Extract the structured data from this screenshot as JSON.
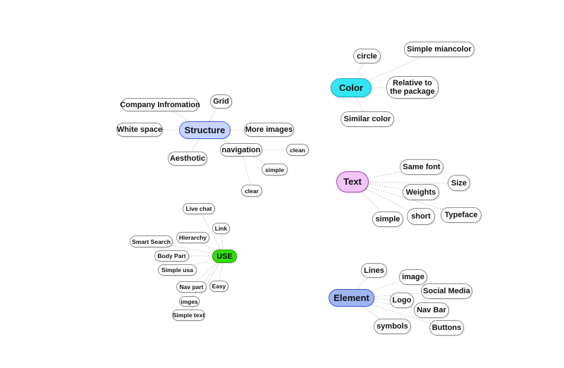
{
  "mindmap": {
    "structure": {
      "label": "Structure",
      "children": [
        "Company Infromation",
        "Grid",
        "White space",
        "More images",
        "navigation",
        "Aesthotic",
        "clean",
        "simple",
        "clear"
      ]
    },
    "color": {
      "label": "Color",
      "children": [
        "circle",
        "Simple miancolor",
        "Relative to the package",
        "Similar color"
      ]
    },
    "text": {
      "label": "Text",
      "children": [
        "Same font",
        "Size",
        "Weights",
        "short",
        "Typeface",
        "simple"
      ]
    },
    "use": {
      "label": "USE",
      "children": [
        "Live chat",
        "Link",
        "Hierarchy",
        "Smart Search",
        "Body Part",
        "Simple usa",
        "Easy",
        "Nav part",
        "imges",
        "Simple text"
      ]
    },
    "element": {
      "label": "Element",
      "children": [
        "Lines",
        "image",
        "Social Media",
        "Logo",
        "Nav Bar",
        "symbols",
        "Buttons"
      ]
    }
  },
  "colors": {
    "structure": "#c8d4ff",
    "color": "#33e6f2",
    "text": "#f2c4f7",
    "use": "#33dd11",
    "element": "#9fb6f3"
  }
}
